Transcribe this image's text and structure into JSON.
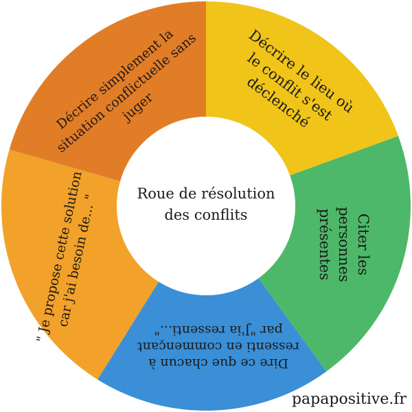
{
  "center_title": [
    "Roue de résolution",
    "des conflits"
  ],
  "segments": [
    {
      "name": "segment-describe-situation",
      "color": "#E27D27",
      "lines": [
        "Décrire simplement la",
        "situation conflictuelle sans",
        "juger"
      ]
    },
    {
      "name": "segment-describe-place",
      "color": "#F0C419",
      "lines": [
        "Décrire le lieu où",
        "le conflit s'est",
        "déclenché"
      ]
    },
    {
      "name": "segment-cite-people",
      "color": "#4DB869",
      "lines": [
        "Citer les",
        "personnes",
        "présentes"
      ]
    },
    {
      "name": "segment-each-says-felt",
      "color": "#3A8FD6",
      "lines": [
        "Dire ce que chacun à",
        "ressenti en commençant",
        "par \"J'ia ressenti...\""
      ]
    },
    {
      "name": "segment-propose-solution",
      "color": "#F2A12A",
      "lines": [
        "\" Je propose cette solution",
        "car j'ai besoin de... \""
      ]
    }
  ],
  "footer": "papapositive.fr"
}
